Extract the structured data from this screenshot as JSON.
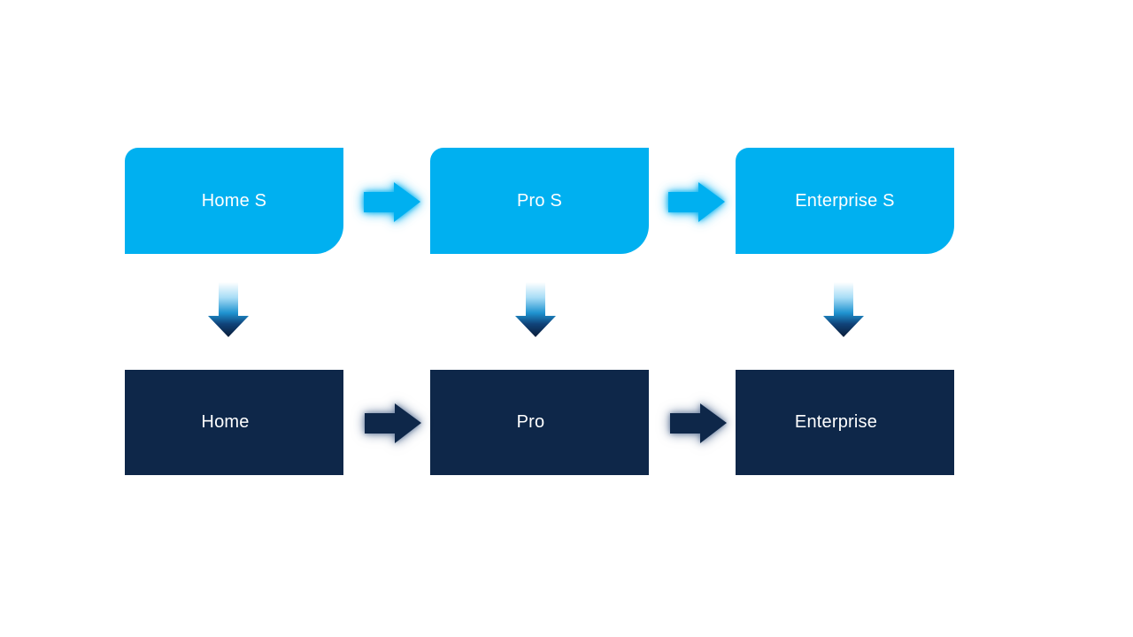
{
  "diagram": {
    "type": "process-upgrade-flow",
    "background": "#ffffff",
    "colors": {
      "light_blue": "#00b0f0",
      "dark_navy": "#0e2749",
      "text_color": "#ffffff",
      "glow_light": "rgba(0,176,240,0.85)",
      "glow_dark": "rgba(96,119,152,0.8)",
      "grad_1": "#ffffff",
      "grad_2": "#a8ddf6",
      "grad_3": "#1f93d0",
      "grad_4": "#10437a",
      "grad_5": "#0a1c38"
    },
    "top_row": [
      {
        "label": "Home S"
      },
      {
        "label": "Pro S"
      },
      {
        "label": "Enterprise S"
      }
    ],
    "bottom_row": [
      {
        "label": "Home"
      },
      {
        "label": "Pro"
      },
      {
        "label": "Enterprise"
      }
    ]
  }
}
